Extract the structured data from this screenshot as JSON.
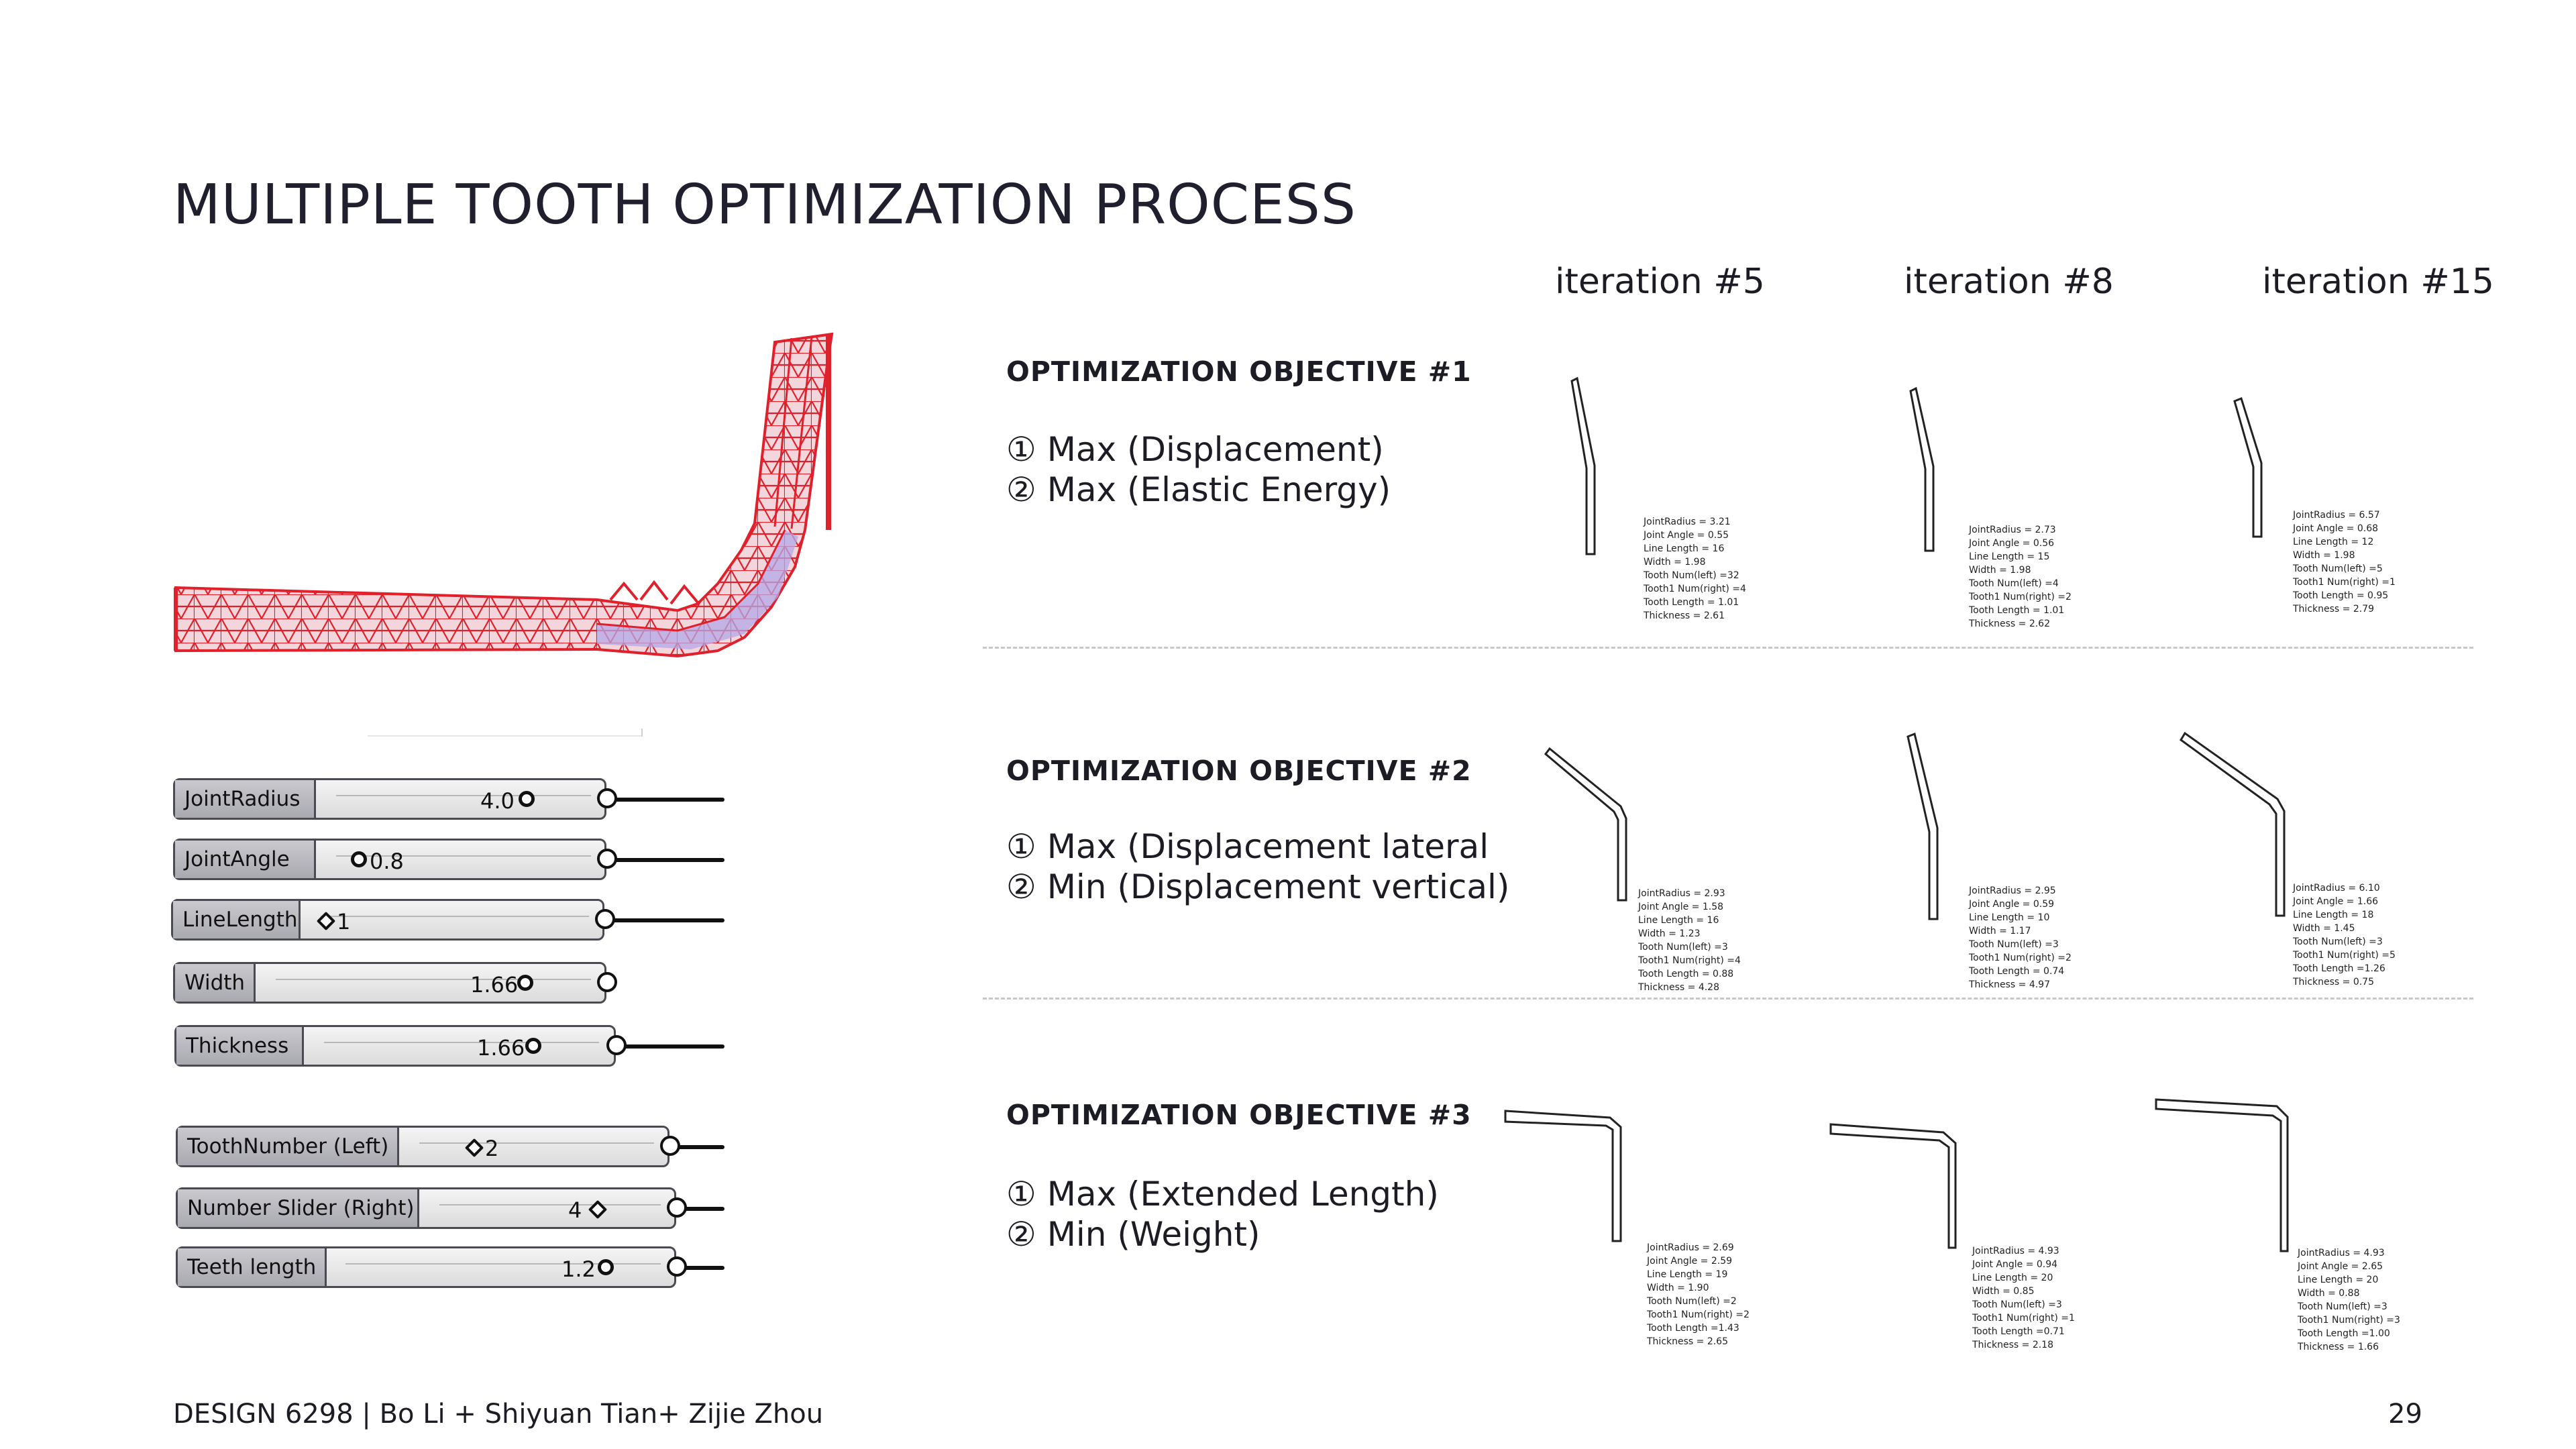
{
  "page": {
    "title": "MULTIPLE TOOTH OPTIMIZATION PROCESS",
    "footer_left": "DESIGN 6298 | Bo Li + Shiyuan Tian+ Zijie Zhou",
    "page_number": "29"
  },
  "iterations": [
    "iteration #5",
    "iteration #8",
    "iteration #15"
  ],
  "objectives": [
    {
      "heading": "OPTIMIZATION OBJECTIVE #1",
      "items": [
        "① Max (Displacement)",
        "② Max (Elastic Energy)"
      ],
      "results": [
        [
          "JointRadius = 3.21",
          "Joint Angle = 0.55",
          "Line Length = 16",
          "Width = 1.98",
          "Tooth Num(left) =32",
          "Tooth1 Num(right) =4",
          "Tooth Length = 1.01",
          "Thickness = 2.61"
        ],
        [
          "JointRadius = 2.73",
          "Joint Angle = 0.56",
          "Line Length = 15",
          "Width = 1.98",
          "Tooth Num(left) =4",
          "Tooth1 Num(right) =2",
          "Tooth Length = 1.01",
          "Thickness = 2.62"
        ],
        [
          "JointRadius = 6.57",
          "Joint Angle = 0.68",
          "Line Length = 12",
          "Width = 1.98",
          "Tooth Num(left) =5",
          "Tooth1 Num(right) =1",
          "Tooth Length = 0.95",
          "Thickness = 2.79"
        ]
      ]
    },
    {
      "heading": "OPTIMIZATION OBJECTIVE #2",
      "items": [
        "① Max (Displacement lateral",
        "② Min (Displacement vertical)"
      ],
      "results": [
        [
          "JointRadius = 2.93",
          "Joint Angle = 1.58",
          "Line Length = 16",
          "Width = 1.23",
          "Tooth Num(left) =3",
          "Tooth1 Num(right) =4",
          "Tooth Length = 0.88",
          "Thickness = 4.28"
        ],
        [
          "JointRadius = 2.95",
          "Joint Angle = 0.59",
          "Line Length = 10",
          "Width = 1.17",
          "Tooth Num(left) =3",
          "Tooth1 Num(right) =2",
          "Tooth Length = 0.74",
          "Thickness = 4.97"
        ],
        [
          "JointRadius = 6.10",
          "Joint Angle = 1.66",
          "Line Length = 18",
          "Width = 1.45",
          "Tooth Num(left) =3",
          "Tooth1 Num(right) =5",
          "Tooth Length =1.26",
          "Thickness = 0.75"
        ]
      ]
    },
    {
      "heading": "OPTIMIZATION OBJECTIVE #3",
      "items": [
        "① Max (Extended Length)",
        "② Min (Weight)"
      ],
      "results": [
        [
          "JointRadius = 2.69",
          "Joint Angle = 2.59",
          "Line Length = 19",
          "Width = 1.90",
          "Tooth Num(left) =2",
          "Tooth1 Num(right) =2",
          "Tooth Length =1.43",
          "Thickness = 2.65"
        ],
        [
          "JointRadius = 4.93",
          "Joint Angle = 0.94",
          "Line Length = 20",
          "Width = 0.85",
          "Tooth Num(left) =3",
          "Tooth1 Num(right) =1",
          "Tooth Length =0.71",
          "Thickness = 2.18"
        ],
        [
          "JointRadius = 4.93",
          "Joint Angle = 2.65",
          "Line Length = 20",
          "Width = 0.88",
          "Tooth Num(left) =3",
          "Tooth1 Num(right) =3",
          "Tooth Length =1.00",
          "Thickness = 1.66"
        ]
      ]
    }
  ],
  "sliders": [
    {
      "label": "JointRadius",
      "value": "4.0",
      "knob": "circle"
    },
    {
      "label": "JointAngle",
      "value": "0.8",
      "knob": "circle"
    },
    {
      "label": "LineLength",
      "value": "1",
      "knob": "diamond"
    },
    {
      "label": "Width",
      "value": "1.66",
      "knob": "circle"
    },
    {
      "label": "Thickness",
      "value": "1.66",
      "knob": "circle"
    },
    {
      "label": "ToothNumber (Left)",
      "value": "2",
      "knob": "diamond"
    },
    {
      "label": "Number Slider (Right)",
      "value": "4",
      "knob": "diamond"
    },
    {
      "label": "Teeth length",
      "value": "1.2",
      "knob": "circle"
    }
  ],
  "colors": {
    "mesh_red": "#e0202a",
    "mesh_fill": "#b4a8e8",
    "divider": "#c8c8c8",
    "text": "#1c1c24"
  }
}
